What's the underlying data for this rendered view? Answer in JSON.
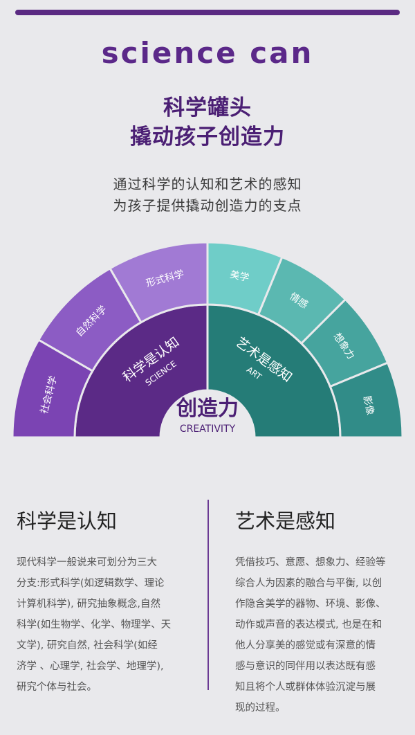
{
  "header": {
    "brand": "SCIENCE CAN",
    "headline_line1": "科学罐头",
    "headline_line2": "撬动孩子创造力",
    "subtitle_line1": "通过科学的认知和艺术的感知",
    "subtitle_line2": "为孩子提供撬动创造力的支点"
  },
  "fan": {
    "center_title": "创造力",
    "center_subtitle": "CREATIVITY",
    "science": {
      "label": "科学是认知",
      "sublabel": "SCIENCE",
      "segments": [
        "社会科学",
        "自然科学",
        "形式科学"
      ]
    },
    "art": {
      "label": "艺术是感知",
      "sublabel": "ART",
      "segments": [
        "美学",
        "情感",
        "想象力",
        "影像"
      ]
    },
    "colors": {
      "science_inner": "#5b2a86",
      "science_outer": [
        "#7b44b3",
        "#8c5cc4",
        "#a17ad4"
      ],
      "art_inner": "#257c77",
      "art_outer": [
        "#6fcdc8",
        "#5bb8b1",
        "#46a49e",
        "#318c88"
      ]
    }
  },
  "left_column": {
    "title": "科学是认知",
    "lines": [
      "现代科学一般说来可划分为三大",
      "分支:形式科学(如逻辑数学、理论",
      "计算机科学), 研究抽象概念,自然",
      "科学(如生物学、化学、物理学、天",
      "文学), 研究自然, 社会科学(如经",
      "济学 、心理学, 社会学、地理学),",
      "研究个体与社会。"
    ]
  },
  "right_column": {
    "title": "艺术是感知",
    "lines": [
      "凭借技巧、意愿、想象力、经验等",
      "综合人为因素的融合与平衡, 以创",
      "作隐含美学的器物、环境、影像、",
      "动作或声音的表达模式, 也是在和",
      "他人分享美的感觉或有深意的情",
      "感与意识的同伴用以表达既有感",
      "知且将个人或群体体验沉淀与展",
      "现的过程。"
    ]
  }
}
